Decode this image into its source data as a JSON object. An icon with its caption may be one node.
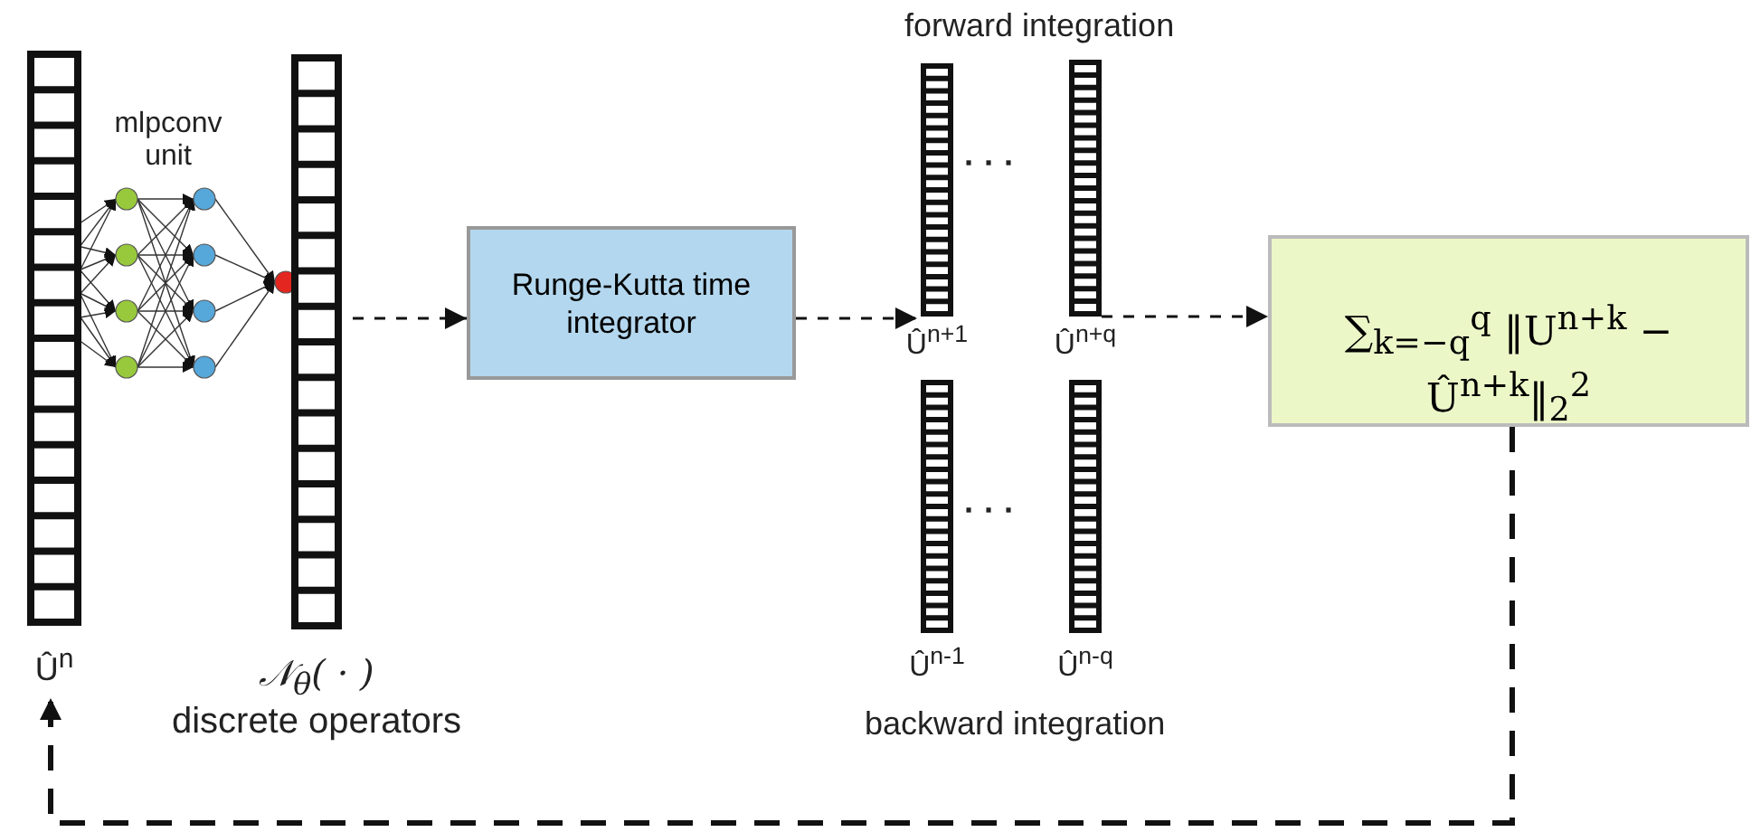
{
  "diagram": {
    "nodes": [
      {
        "text": [
          "Û$^{n}$"
        ]
      },
      {
        "text": [
          "𝒩$_{θ}$( · )",
          "discrete operators"
        ]
      },
      {
        "text": [
          "Runge-Kutta time integrator"
        ]
      },
      {
        "text": [
          "Û$^{n+1}$"
        ]
      },
      {
        "text": [
          "Û$^{n+q}$"
        ]
      },
      {
        "text": [
          "Û$^{n-1}$"
        ]
      },
      {
        "text": [
          "Û$^{n-q}$"
        ]
      },
      {
        "text": [
          "∑$_{k=−q}$$^{q}$ ‖U$^{n+k}$ − Û$^{n+k}$‖$_{2}$$^{2}$"
        ]
      }
    ],
    "edges": [
      {
        "from": 1,
        "to": 2,
        "arrow": "to",
        "style": "dashed"
      },
      {
        "from": 2,
        "to": 3,
        "arrow": "to",
        "style": "dashed"
      },
      {
        "from": 4,
        "to": 7,
        "arrow": "to",
        "style": "dashed"
      },
      {
        "from": 7,
        "to": 0,
        "arrow": "to",
        "style": "dashed"
      }
    ],
    "labels": [
      "mlpconv unit",
      "forward integration",
      "· · ·",
      "· · ·",
      "backward integration"
    ]
  }
}
